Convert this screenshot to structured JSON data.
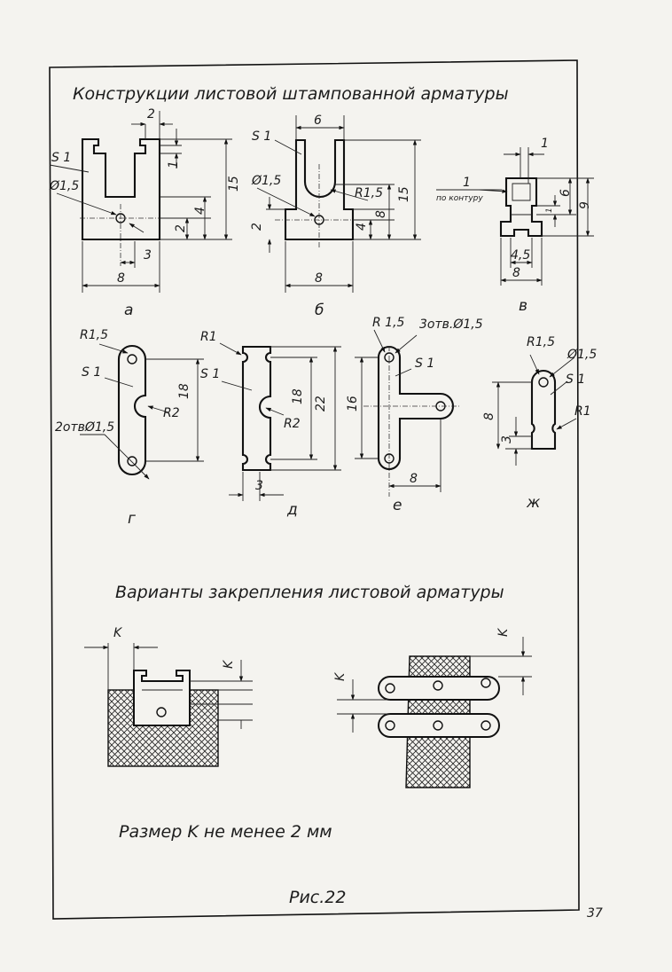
{
  "title": "Конструкции листовой штампованной арматуры",
  "subtitle": "Варианты закрепления листовой арматуры",
  "note": "Размер  K  не менее  2 мм",
  "figure_caption": "Рис.22",
  "page_number": "37",
  "figures": {
    "a": {
      "letter": "а",
      "s": "S 1",
      "hole": "Ø1,5",
      "d_top": "2",
      "d_1": "1",
      "d_15": "15",
      "d_4": "4",
      "d_2": "2",
      "d_3": "3",
      "d_8": "8"
    },
    "b": {
      "letter": "б",
      "s": "S 1",
      "hole": "Ø1,5",
      "d_6": "6",
      "d_r": "R1,5",
      "d_15": "15",
      "d_8v": "8",
      "d_4": "4",
      "d_2": "2",
      "d_8": "8"
    },
    "v": {
      "letter": "в",
      "d_1top": "1",
      "contour_1": "1",
      "contour_text": "по контуру",
      "d_1": "1",
      "d_6": "6",
      "d_9": "9",
      "d_45": "4,5",
      "d_8": "8"
    },
    "g": {
      "letter": "г",
      "r": "R1,5",
      "s": "S 1",
      "d_18": "18",
      "r2": "R2",
      "holes": "2отвØ1,5"
    },
    "d": {
      "letter": "д",
      "r": "R1",
      "s": "S 1",
      "d_18": "18",
      "d_22": "22",
      "r2": "R2",
      "d_3": "3"
    },
    "e": {
      "letter": "е",
      "r": "R 1,5",
      "holes": "3отв.Ø1,5",
      "s": "S 1",
      "d_16": "16",
      "d_8": "8"
    },
    "zh": {
      "letter": "ж",
      "r": "R1,5",
      "hole": "Ø1,5",
      "s": "S 1",
      "d_8": "8",
      "d_3": "3",
      "r1": "R1"
    }
  },
  "mount": {
    "k_left_1": "K",
    "k_left_2": "K",
    "k_right_1": "K",
    "k_right_2": "K"
  }
}
